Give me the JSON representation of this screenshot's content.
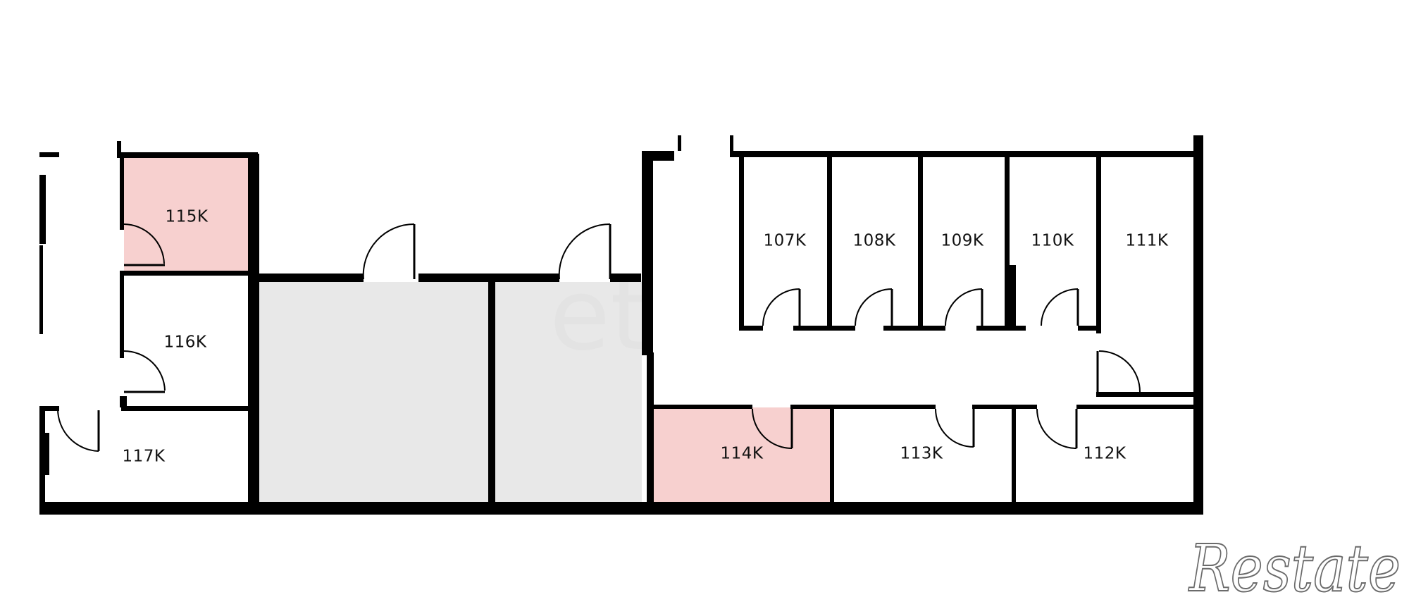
{
  "plan": {
    "rooms": [
      {
        "id": "115",
        "label": "115K",
        "status": "highlighted"
      },
      {
        "id": "116",
        "label": "116K",
        "status": "normal"
      },
      {
        "id": "117",
        "label": "117K",
        "status": "normal"
      },
      {
        "id": "107",
        "label": "107K",
        "status": "normal"
      },
      {
        "id": "108",
        "label": "108K",
        "status": "normal"
      },
      {
        "id": "109",
        "label": "109K",
        "status": "normal"
      },
      {
        "id": "110",
        "label": "110K",
        "status": "normal"
      },
      {
        "id": "111",
        "label": "111K",
        "status": "normal"
      },
      {
        "id": "114",
        "label": "114K",
        "status": "highlighted"
      },
      {
        "id": "113",
        "label": "113K",
        "status": "normal"
      },
      {
        "id": "112",
        "label": "112K",
        "status": "normal"
      }
    ],
    "colors": {
      "highlight": "#f7d0cf",
      "unavailable": "#e8e8e8",
      "wall": "#000000",
      "background": "#ffffff"
    }
  },
  "watermark": {
    "brand": "Restate",
    "faint": "et"
  }
}
